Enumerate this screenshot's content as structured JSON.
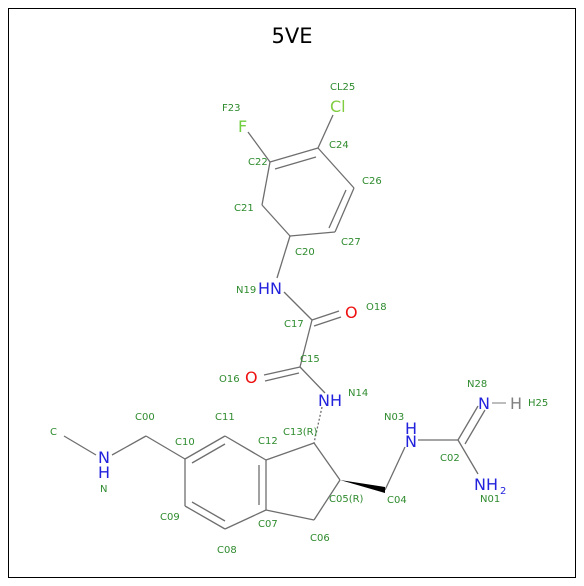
{
  "title": "5VE",
  "colors": {
    "bond": "#6e6e6e",
    "label": "#2e8b2e",
    "nitrogen": "#2222dd",
    "oxygen": "#ee1111",
    "fluorine": "#6fcf3f",
    "chlorine": "#7fcc3f",
    "hydrogen": "#808080"
  },
  "elements": {
    "F": "F",
    "Cl": "Cl",
    "N19": "HN",
    "N14": "NH",
    "O18": "O",
    "O16": "O",
    "N03": "H",
    "N03b": "N",
    "N28": "N",
    "H25": "H",
    "N01": "NH",
    "N01sub": "2",
    "Namine": "N",
    "Namine_h": "H",
    "Cmethyl": "C",
    "Nmethyl": "N"
  },
  "atom_labels": {
    "CL25": "CL25",
    "F23": "F23",
    "C22": "C22",
    "C24": "C24",
    "C26": "C26",
    "C21": "C21",
    "C20": "C20",
    "C27": "C27",
    "N19": "N19",
    "O18": "O18",
    "C17": "C17",
    "C15": "C15",
    "O16": "O16",
    "N14": "N14",
    "N28": "N28",
    "H25": "H25",
    "C00": "C00",
    "C11": "C11",
    "N03": "N03",
    "C13": "C13(R)",
    "C10": "C10",
    "C12": "C12",
    "C02": "C02",
    "C05": "C05(R)",
    "C04": "C04",
    "N01": "N01",
    "C09": "C09",
    "C07": "C07",
    "C06": "C06",
    "C08": "C08"
  }
}
